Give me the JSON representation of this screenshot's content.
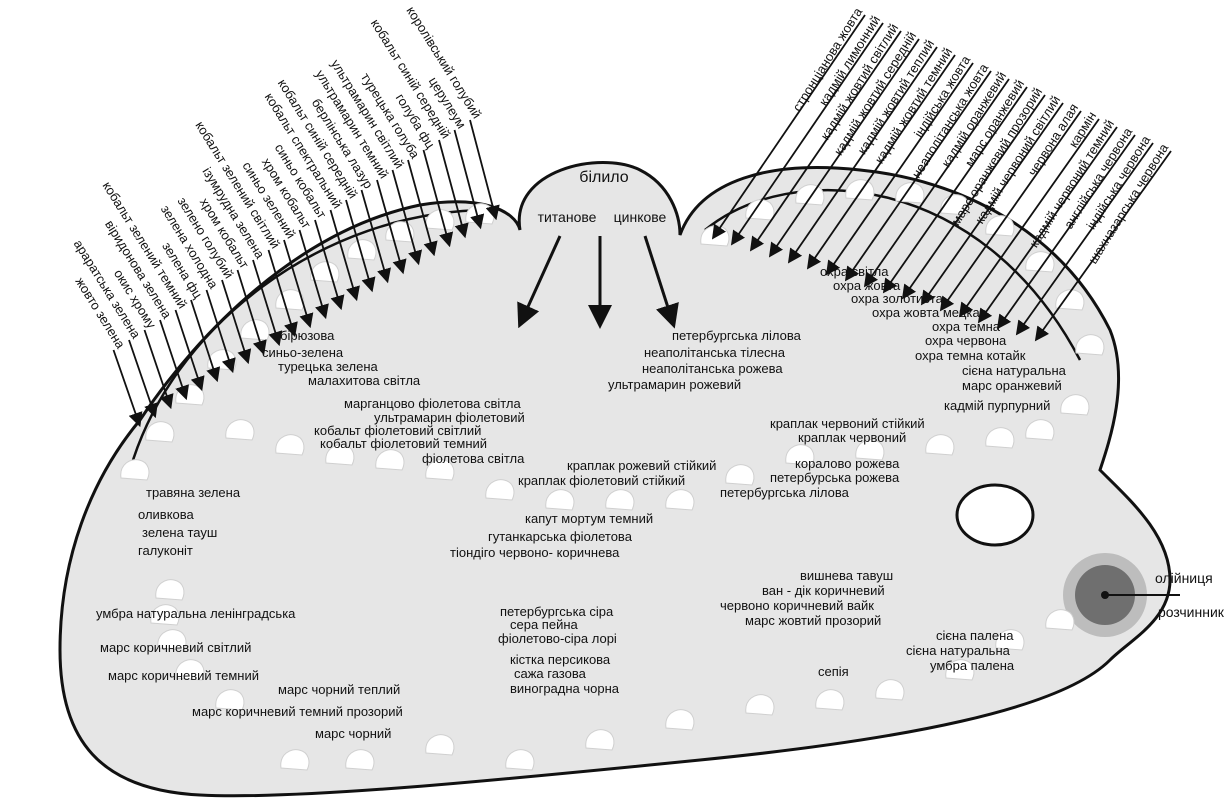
{
  "white": {
    "title": "білило",
    "sub1": "титанове",
    "sub2": "цинкове"
  },
  "top_left_labels": [
    "королівський голубий",
    "церулеум",
    "кобальт синій середній",
    "голуба фц",
    "турецька голуба",
    "ультрамарин світлий",
    "ультрамарин темний",
    "берлінська лазур",
    "кобальт синій середній",
    "кобальт спектральний",
    "синьо кобальт",
    "хром кобальт",
    "синьо зелений",
    "кобальт зелений світлий",
    "ізумрудна зелена",
    "хром кобальт",
    "зелено голубий",
    "зелена холодна",
    "зелена фц",
    "кобальт зелений темний",
    "віридонова зелена",
    "окис хрому",
    "араратська зелена",
    "жовто зелена"
  ],
  "top_right_labels": [
    "стронціанова жовта",
    "кадмій лимонний",
    "кадмій жовтий світлий",
    "кадмій жовтий середній",
    "кадмій жовтий теплий",
    "кадмій жовтий темний",
    "індійська жовта",
    "неаполітанська жовта",
    "кадмій оранжевий",
    "марс оранжевий",
    "марс оранжевий прозорий",
    "кадмій червоний світлий",
    "червона алая",
    "кармін",
    "кадмій червоний темний",
    "англійська червона",
    "індійська червона",
    "шахназарська червона"
  ],
  "groups": {
    "blue_green": [
      "бірюзова",
      "синьо-зелена",
      "турецька зелена",
      "малахитова світла"
    ],
    "violets": [
      "марганцово фіолетова світла",
      "ультрамарин фіолетовий",
      "кобальт фіолетовий світлий",
      "кобальт фіолетовий темний",
      "фіолетова світла"
    ],
    "pinks": [
      "петербургська лілова",
      "неаполітанська тілесна",
      "неаполітанська рожева",
      "ультрамарин рожевий"
    ],
    "ochres": [
      "охра світла",
      "охра жовта",
      "охра золотиста",
      "охра жовта мецкар",
      "охра темна",
      "охра червона",
      "охра темна котайк",
      "сієна натуральна",
      "марс оранжевий",
      "кадмій пурпурний"
    ],
    "madder": [
      "краплак червоний стійкий",
      "краплак червоний"
    ],
    "madder_pink": [
      "краплак рожевий стійкий",
      "краплак фіолетовий стійкий"
    ],
    "coral": [
      "коралово рожева",
      "петербурська рожева",
      "петербургська лілова"
    ],
    "greens": [
      "травяна зелена",
      "оливкова",
      "зелена тауш",
      "галуконіт"
    ],
    "caput": [
      "капут мортум темний",
      "гутанкарська фіолетова",
      "тіондіго червоно- коричнева"
    ],
    "cherry": [
      "вишнева тавуш",
      "ван - дік коричневий",
      "червоно коричневий вайк",
      "марс жовтий прозорий"
    ],
    "umber": [
      "умбра натуральна ленінградська"
    ],
    "mars_brown_light": [
      "марс коричневий світлий"
    ],
    "mars_brown_dark": [
      "марс коричневий темний"
    ],
    "mars_black_warm": [
      "марс чорний теплий"
    ],
    "mars_brown_transparent": [
      "марс коричневий темний прозорий"
    ],
    "mars_black": [
      "марс чорний"
    ],
    "greys": [
      "петербургська сіра",
      "сера пейна",
      "фіолетово-сіра лорі"
    ],
    "blacks": [
      "кістка персикова",
      "сажа газова",
      "виноградна чорна"
    ],
    "sepia": [
      "сепія"
    ],
    "siennas": [
      "сієна палена",
      "сієна натуральна",
      "умбра палена"
    ]
  },
  "oil_cup": {
    "oil": "олійниця",
    "thinner": "розчинник"
  }
}
